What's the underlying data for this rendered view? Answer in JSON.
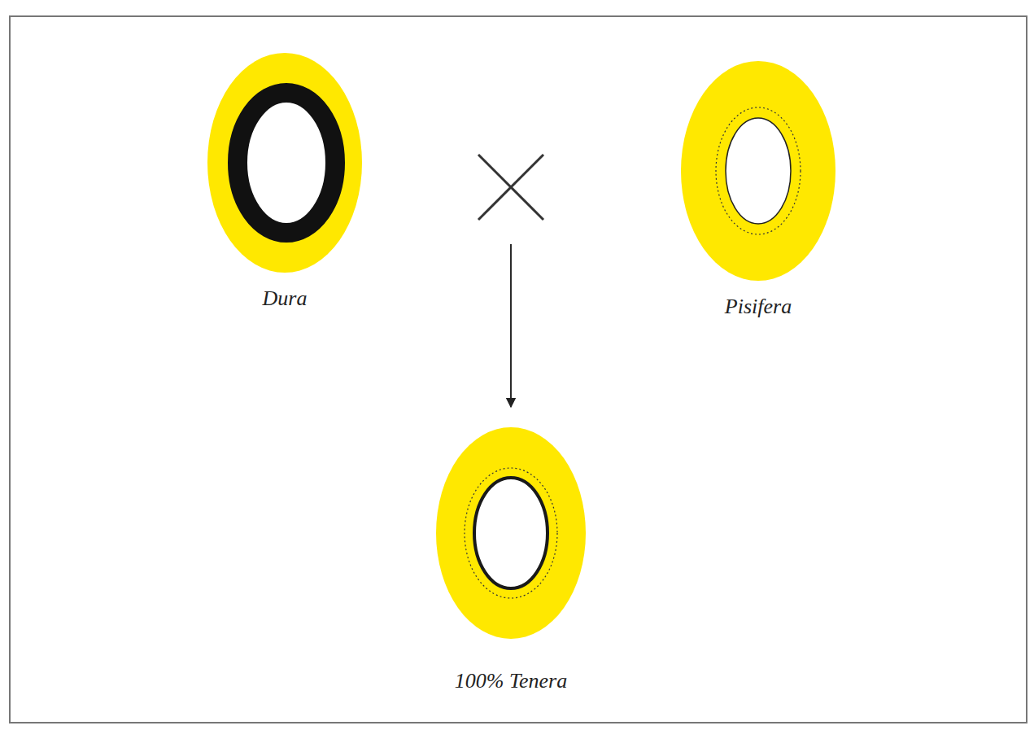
{
  "diagram": {
    "nodes": [
      {
        "text": [
          "Dura"
        ]
      },
      {
        "text": [
          "Pisifera"
        ]
      },
      {
        "text": [
          "100% Tenera"
        ]
      }
    ],
    "edges": [
      {
        "from": 0,
        "to": 2,
        "arrow": "to"
      },
      {
        "from": 1,
        "to": 2,
        "arrow": "to"
      }
    ]
  }
}
